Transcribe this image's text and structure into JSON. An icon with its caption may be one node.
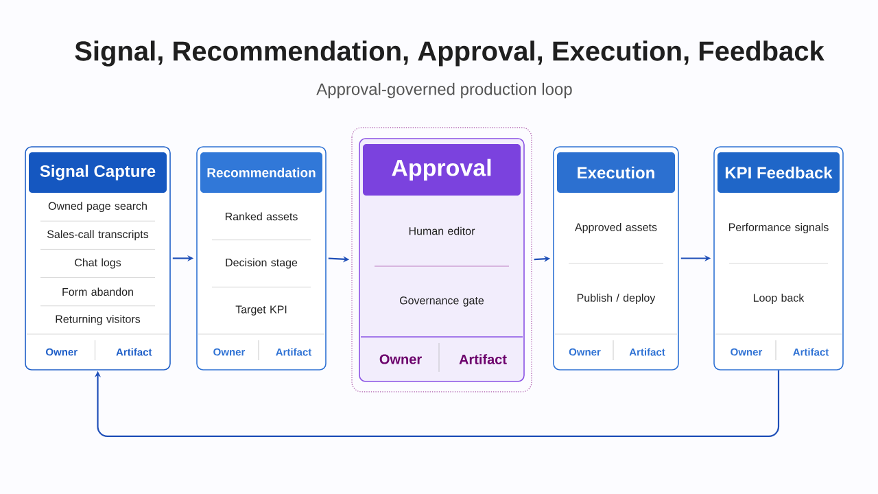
{
  "diagram": {
    "title": "Signal, Recommendation, Approval, Execution, Feedback",
    "nodes": [
      {
        "text": [
          "Signal Capture",
          "Owned page search",
          "Sales-call transcripts",
          "Chat logs",
          "Form abandon",
          "Returning visitors",
          "Owner",
          "Artifact"
        ]
      },
      {
        "text": [
          "Recommendation",
          "Ranked assets",
          "Decision stage",
          "Target KPI",
          "Owner",
          "Artifact"
        ]
      },
      {
        "text": [
          "Approval",
          "Human editor",
          "Governance gate",
          "Owner",
          "Artifact"
        ]
      },
      {
        "text": [
          "Execution",
          "Approved assets",
          "Publish / deploy",
          "Owner",
          "Artifact"
        ]
      },
      {
        "text": [
          "KPI Feedback",
          "Performance signals",
          "Loop back",
          "Owner",
          "Artifact"
        ]
      }
    ],
    "edges": [
      {
        "from": 0,
        "to": 1,
        "arrow": "to"
      },
      {
        "from": 1,
        "to": 2,
        "arrow": "to"
      },
      {
        "from": 2,
        "to": 3,
        "arrow": "to"
      },
      {
        "from": 3,
        "to": 4,
        "arrow": "to"
      },
      {
        "from": 4,
        "to": 0,
        "arrow": "to"
      }
    ],
    "labels": [
      "Approval-governed production loop"
    ]
  }
}
